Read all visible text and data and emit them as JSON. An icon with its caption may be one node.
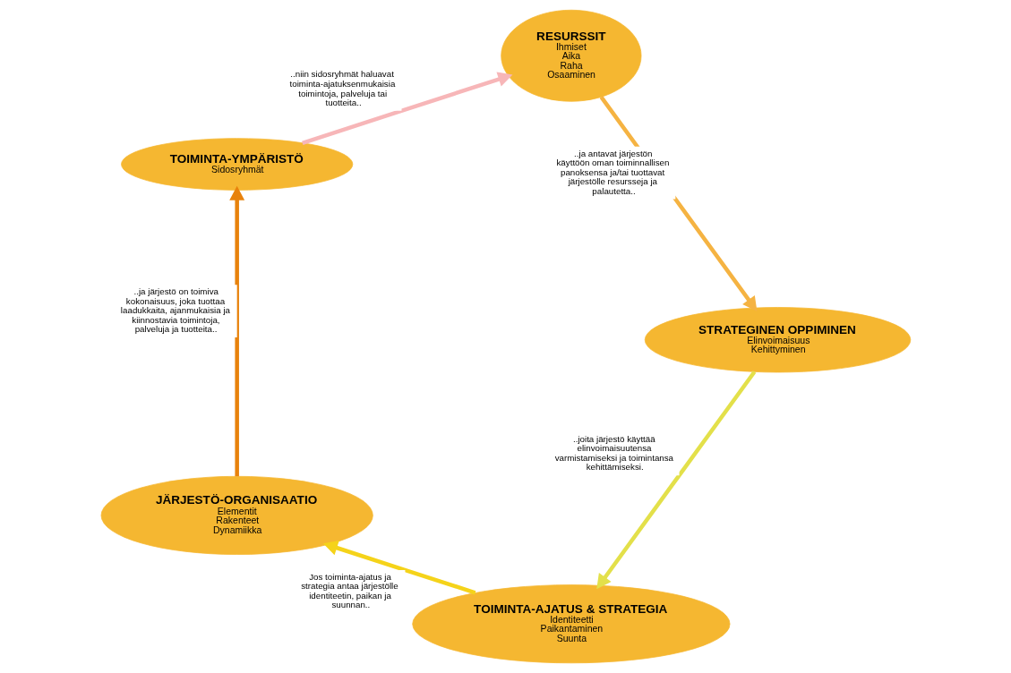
{
  "diagram": {
    "nodes": [
      {
        "text": [
          "TOIMINTA-AJATUS & STRATEGIA",
          "Identiteetti",
          "Paikantaminen",
          "Suunta"
        ]
      },
      {
        "text": [
          "JÄRJESTÖ-ORGANISAATIO",
          "Elementit",
          "Rakenteet",
          "Dynamiikka"
        ]
      },
      {
        "text": [
          "TOIMINTA-YMPÄRISTÖ",
          "Sidosryhmät"
        ]
      },
      {
        "text": [
          "RESURSSIT",
          "Ihmiset",
          "Aika",
          "Raha",
          "Osaaminen"
        ]
      },
      {
        "text": [
          "STRATEGINEN OPPIMINEN",
          "Elinvoimaisuus",
          "Kehittyminen"
        ]
      }
    ],
    "edges": [
      {
        "from": 0,
        "to": 1,
        "arrow": "to",
        "color": "#f5d31a",
        "label": "Jos toiminta-ajatus ja strategia antaa järjestölle identiteetin, paikan ja suunnan.."
      },
      {
        "from": 1,
        "to": 2,
        "arrow": "to",
        "color": "#e8820c",
        "label": "..ja järjestö on toimiva kokonaisuus, joka tuottaa laadukkaita, ajanmukaisia ja kiinnostavia toimintoja, palveluja ja tuotteita.."
      },
      {
        "from": 2,
        "to": 3,
        "arrow": "to",
        "color": "#f7b6b8",
        "label": "..niin sidosryhmät haluavat toiminta-ajatuksenmukaisia toimintoja, palveluja tai tuotteita.."
      },
      {
        "from": 3,
        "to": 4,
        "arrow": "to",
        "color": "#f5b342",
        "label": "..ja antavat järjestön käyttöön oman toiminnallisen panoksensa ja/tai tuottavat järjestölle resursseja ja palautetta.."
      },
      {
        "from": 4,
        "to": 0,
        "arrow": "to",
        "color": "#e3e04a",
        "label": "..joita järjestö käyttää elinvoimaisuutensa varmistamiseksi ja toimintansa kehittämiseksi."
      }
    ]
  }
}
